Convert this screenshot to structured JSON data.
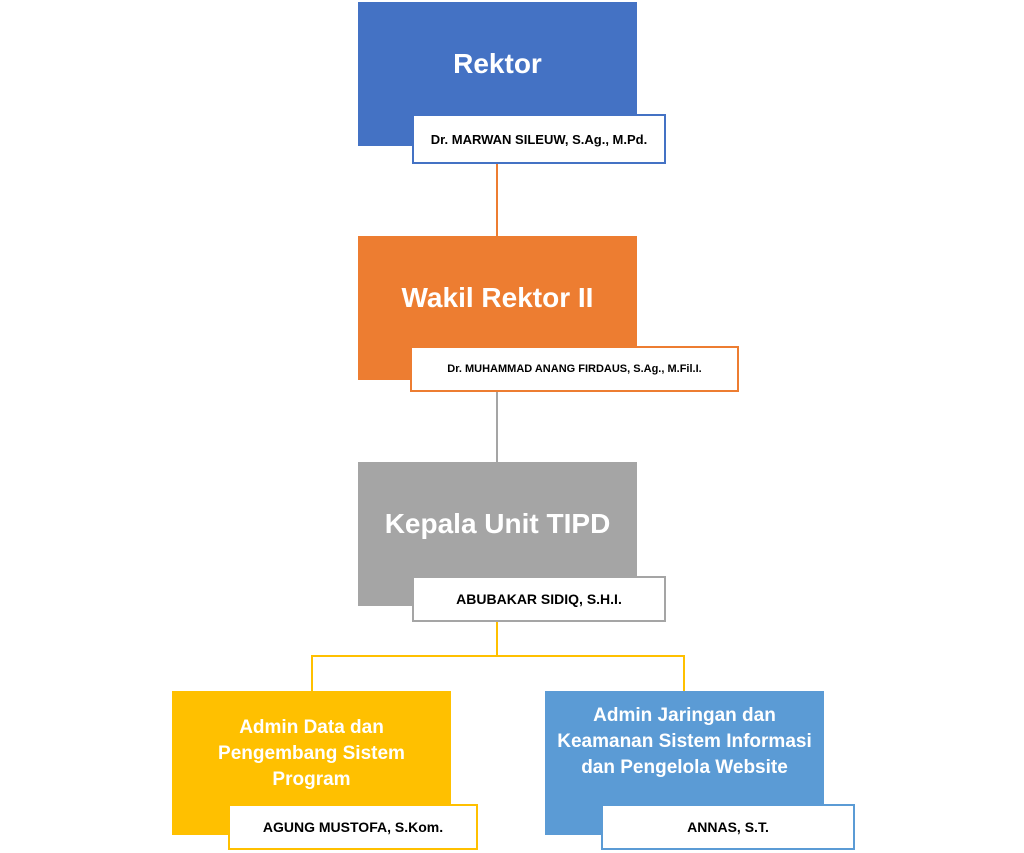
{
  "colors": {
    "rektor": "#4472C4",
    "wakil": "#ED7D31",
    "kepala": "#A5A5A5",
    "admin_data": "#FFC000",
    "admin_jaringan": "#5B9BD5"
  },
  "nodes": {
    "rektor": {
      "title": "Rektor",
      "name": "Dr. MARWAN SILEUW, S.Ag., M.Pd."
    },
    "wakil_rektor_ii": {
      "title": "Wakil Rektor II",
      "name": "Dr. MUHAMMAD ANANG FIRDAUS, S.Ag., M.Fil.I."
    },
    "kepala_unit_tipd": {
      "title": "Kepala Unit TIPD",
      "name": "ABUBAKAR SIDIQ, S.H.I."
    },
    "admin_data": {
      "title": "Admin Data dan Pengembang Sistem Program",
      "name": "AGUNG MUSTOFA, S.Kom."
    },
    "admin_jaringan": {
      "title": "Admin Jaringan dan Keamanan Sistem Informasi dan Pengelola Website",
      "name": "ANNAS, S.T."
    }
  }
}
